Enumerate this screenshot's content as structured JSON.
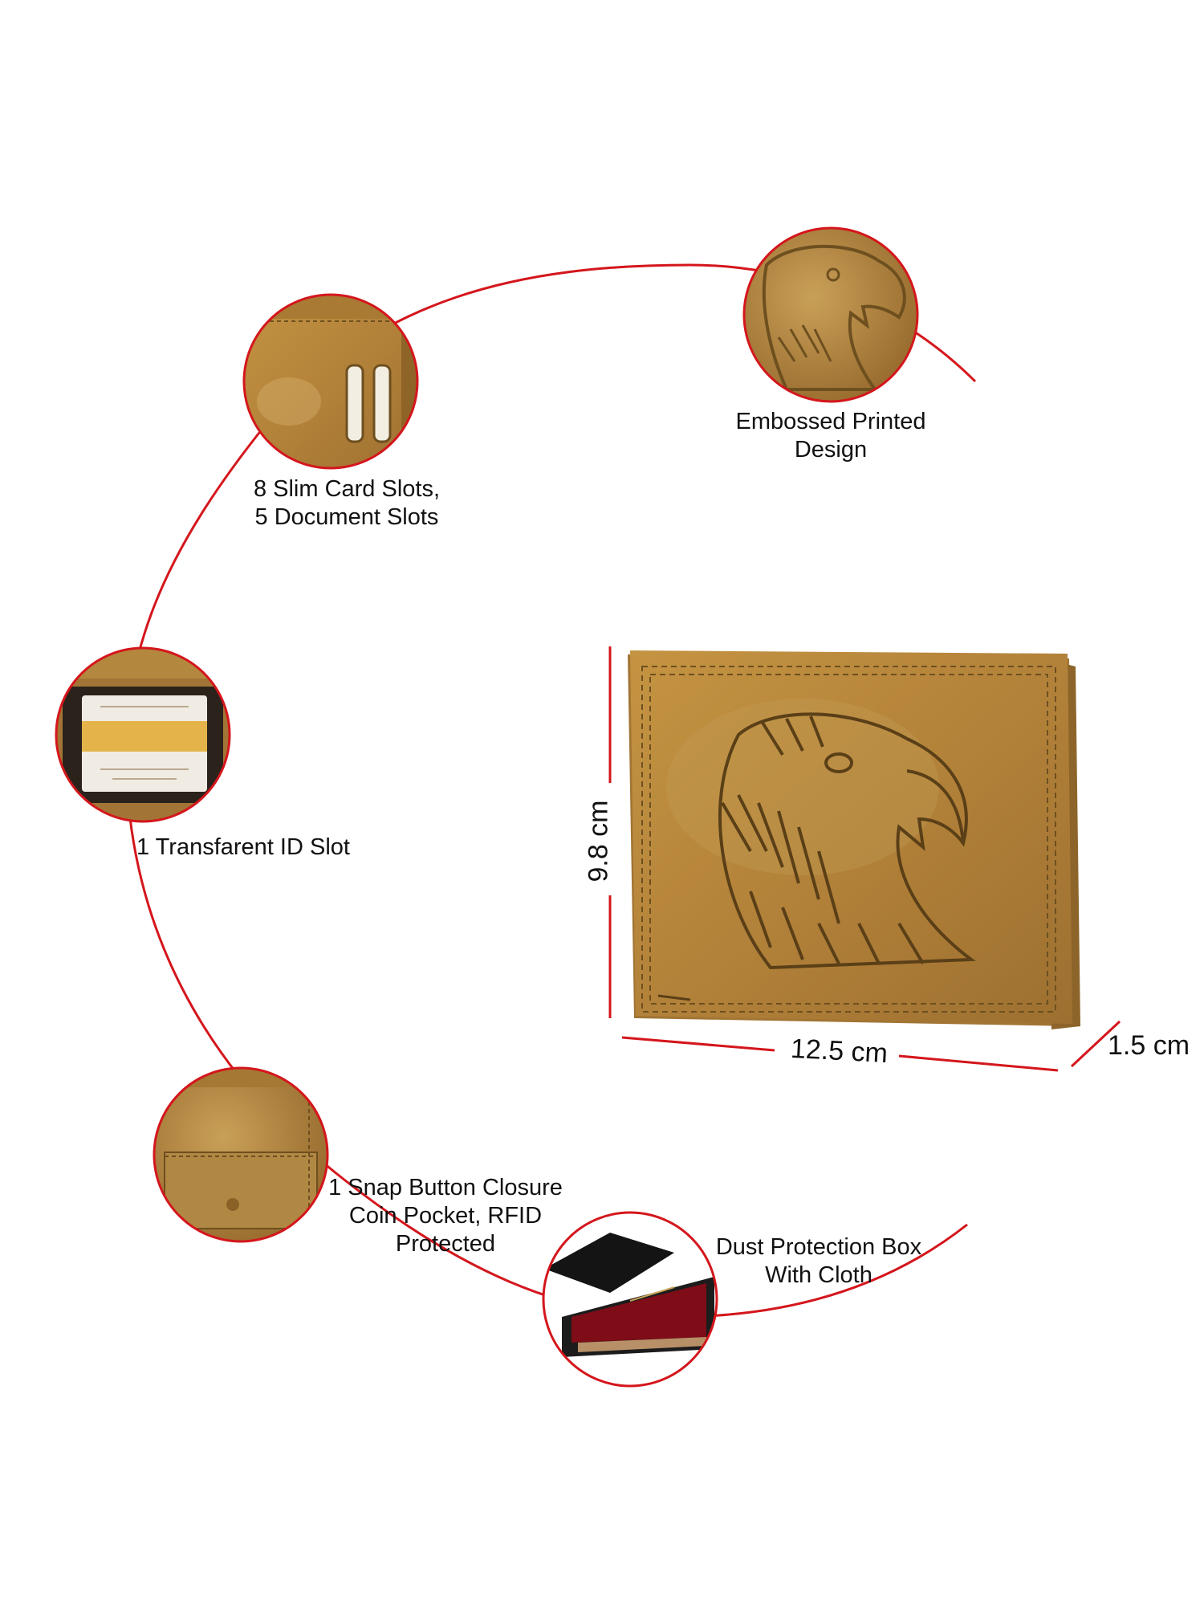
{
  "colors": {
    "accent_red": "#d4161c",
    "leather": "#b98a3c",
    "leather_dark": "#6e4f1f"
  },
  "features": [
    {
      "id": "card_slots",
      "icon": "card-slots-icon",
      "lines": [
        "8 Slim Card Slots,",
        "5 Document Slots"
      ]
    },
    {
      "id": "embossed",
      "icon": "eagle-emboss-icon",
      "lines": [
        "Embossed Printed",
        "Design"
      ]
    },
    {
      "id": "id_slot",
      "icon": "id-window-icon",
      "lines": [
        "1 Transfarent ID Slot"
      ]
    },
    {
      "id": "coin_pocket",
      "icon": "coin-pocket-icon",
      "lines": [
        "1 Snap Button Closure",
        "Coin Pocket, RFID",
        "Protected"
      ]
    },
    {
      "id": "box",
      "icon": "gift-box-icon",
      "lines": [
        "Dust Protection Box",
        "With Cloth"
      ]
    }
  ],
  "dimensions": {
    "height": "9.8 cm",
    "width": "12.5 cm",
    "depth": "1.5 cm"
  }
}
